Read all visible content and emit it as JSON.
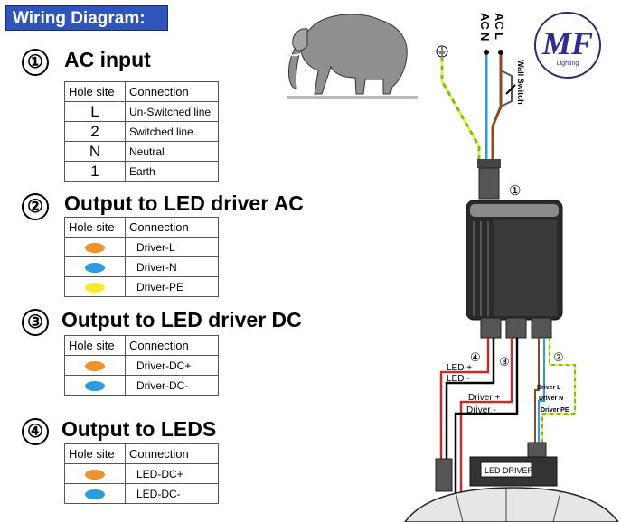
{
  "banner": "Wiring Diagram:",
  "sections": [
    {
      "num": "①",
      "title": "AC input",
      "header": [
        "Hole site",
        "Connection"
      ],
      "rows": [
        [
          "L",
          "Un-Switched line"
        ],
        [
          "2",
          "Switched line"
        ],
        [
          "N",
          "Neutral"
        ],
        [
          "1",
          "Earth"
        ]
      ]
    },
    {
      "num": "②",
      "title": "Output to LED driver AC",
      "header": [
        "Hole site",
        "Connection"
      ],
      "rows": [
        [
          "orange",
          "Driver-L"
        ],
        [
          "blue",
          "Driver-N"
        ],
        [
          "yellow",
          "Driver-PE"
        ]
      ]
    },
    {
      "num": "③",
      "title": "Output to LED driver DC",
      "header": [
        "Hole site",
        "Connection"
      ],
      "rows": [
        [
          "orange",
          "Driver-DC+"
        ],
        [
          "blue",
          "Driver-DC-"
        ]
      ]
    },
    {
      "num": "④",
      "title": "Output to LEDS",
      "header": [
        "Hole site",
        "Connection"
      ],
      "rows": [
        [
          "orange",
          "LED-DC+"
        ],
        [
          "blue",
          "LED-DC-"
        ]
      ]
    }
  ],
  "colors": {
    "banner": "#2f55b8",
    "orange": "#f0922b",
    "blue": "#2e9be0",
    "yellow": "#f7ea30",
    "brown": "#8b4a22",
    "red": "#c0302a",
    "green": "#6dbd45"
  },
  "diagram": {
    "logo_letters": "MF",
    "logo_sub": "Lighting",
    "ac_labels": [
      "AC",
      "AC"
    ],
    "ac_terms": [
      "N",
      "L"
    ],
    "wall_switch": "Wall Switch",
    "marker_1": "①",
    "marker_2": "②",
    "marker_3": "③",
    "marker_4": "④",
    "led_plus": "LED +",
    "led_minus": "LED -",
    "driver_plus": "Driver +",
    "driver_minus": "Driver  -",
    "driver_l": "Driver L",
    "driver_n": "Driver N",
    "driver_pe": "Driver PE",
    "led_driver": "LED DRIVER"
  }
}
